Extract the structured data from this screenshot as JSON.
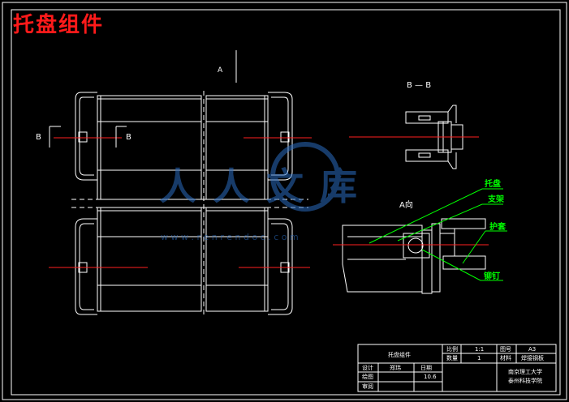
{
  "page_title": "托盘组件",
  "watermark": {
    "logo_text": "人人文库",
    "url_text": "w w w . r e n r e n d o c . c o m"
  },
  "view_labels": {
    "a_arrow_top": "A",
    "b_left": "B",
    "b_right": "B",
    "section_bb": "B — B",
    "a_view": "A向"
  },
  "callouts": [
    "托盘",
    "支架",
    "护套",
    "铆钉"
  ],
  "title_block": {
    "drawing_name": "托盘组件",
    "scale_label": "比例",
    "scale_value": "1:1",
    "sheet_label": "图号",
    "sheet_value": "A3",
    "qty_label": "数量",
    "qty_value": "1",
    "material_label": "材料",
    "material_value": "焊接钢板",
    "design_label": "设计",
    "design_value": "郑玮",
    "date_label": "日期",
    "date_value": "10.6",
    "drawn_label": "绘图",
    "check_label": "审阅",
    "school_line1": "南京理工大学",
    "school_line2": "泰州科技学院"
  },
  "colors": {
    "outline": "#ffffff",
    "centerline": "#ff2020",
    "callout": "#00ff00",
    "title": "#ff1a1a",
    "watermark": "#2a6cc0"
  }
}
